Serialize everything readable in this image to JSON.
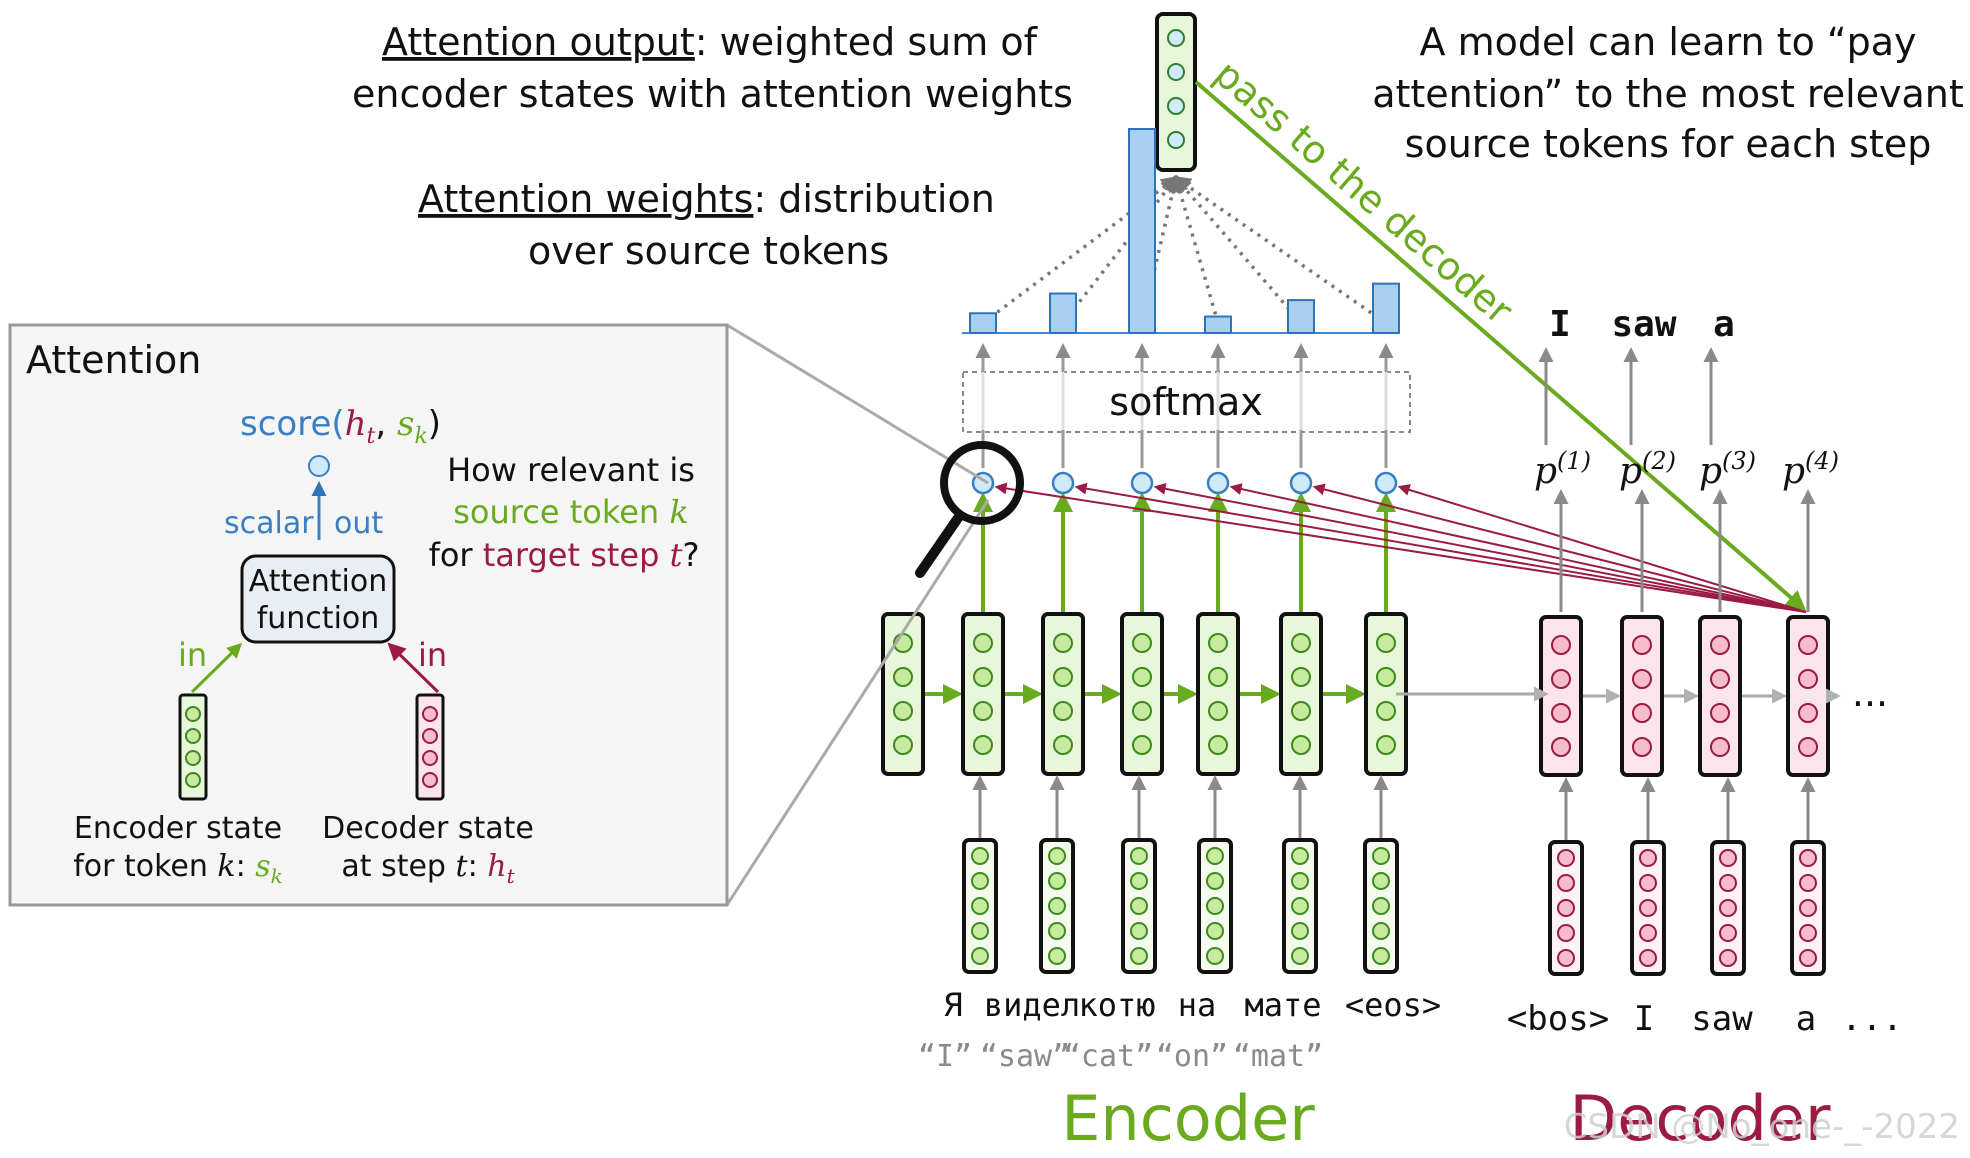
{
  "header": {
    "attention_output_term": "Attention output",
    "attention_output_rest": ": weighted sum of",
    "attention_output_line2": "encoder states with attention weights",
    "attention_weights_term": "Attention weights",
    "attention_weights_rest": ": distribution",
    "attention_weights_line2": "over source tokens",
    "model_note_line1": "A model can learn to “pay",
    "model_note_line2": "attention” to the most relevant",
    "model_note_line3": "source tokens for each step",
    "pass_label": "pass to the decoder"
  },
  "softmax_label": "softmax",
  "attention_weights": [
    0.06,
    0.12,
    0.62,
    0.05,
    0.1,
    0.15
  ],
  "inset": {
    "title": "Attention",
    "score_prefix": "score(",
    "score_h": "h",
    "score_t": "t",
    "score_comma": ", ",
    "score_s": "s",
    "score_k": "k",
    "score_suffix": ")",
    "scalar": "scalar",
    "out": "out",
    "question_line1": "How relevant is",
    "question_line2": "source token",
    "question_k": "k",
    "question_line3": "for",
    "question_target": "target step",
    "question_t": "t",
    "question_mark": "?",
    "box_line1": "Attention",
    "box_line2": "function",
    "in_left": "in",
    "in_right": "in",
    "enc_caption1": "Encoder state",
    "enc_caption2": "for token",
    "enc_caption_k": "k",
    "enc_caption_colon": ":",
    "enc_caption_s": "s",
    "enc_caption_sub": "k",
    "dec_caption1": "Decoder state",
    "dec_caption2": "at step",
    "dec_caption_t": "t",
    "dec_caption_colon": ":",
    "dec_caption_h": "h",
    "dec_caption_sub": "t"
  },
  "source_tokens": [
    "Я",
    "видел",
    "котю",
    "на",
    "мате",
    "<eos>"
  ],
  "source_translations": [
    "“I”",
    "“saw”",
    "“cat”",
    "“on”",
    "“mat”"
  ],
  "decoder_inputs": [
    "<bos>",
    "I",
    "saw",
    "a",
    "..."
  ],
  "decoder_outputs": [
    "I",
    "saw",
    "a"
  ],
  "probabilities": [
    {
      "base": "p",
      "sup": "(1)"
    },
    {
      "base": "p",
      "sup": "(2)"
    },
    {
      "base": "p",
      "sup": "(3)"
    },
    {
      "base": "p",
      "sup": "(4)"
    }
  ],
  "decoder_ellipsis": "...",
  "encoder_label": "Encoder",
  "decoder_label": "Decoder",
  "watermark": "CSDN @No_one-_-2022",
  "colors": {
    "encoder_green": "#6aaa1e",
    "decoder_red": "#9b1b43",
    "score_blue": "#3a7fc1",
    "bar_fill": "#a9cfee",
    "bar_stroke": "#2f72b8",
    "grey_arrow": "#8a8a8a",
    "green_cell": "#e8f6d9",
    "pink_cell": "#fbe4ec"
  }
}
